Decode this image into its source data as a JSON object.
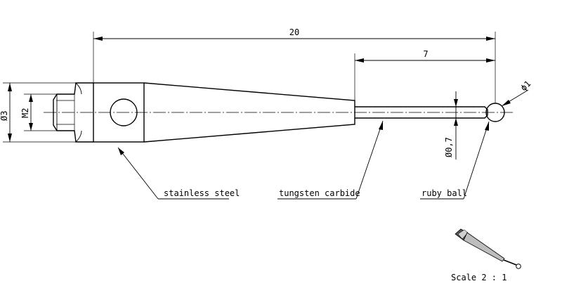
{
  "dimensions": {
    "overall_length": "20",
    "tip_length": "7",
    "ball_diameter": "ϕ1",
    "stem_diameter": "Ø0,7",
    "body_diameter": "Ø3",
    "thread": "M2"
  },
  "callouts": {
    "body_material": "stainless steel",
    "stem_material": "tungsten carbide",
    "ball_material": "ruby ball"
  },
  "scale_note": "Scale 2 : 1"
}
